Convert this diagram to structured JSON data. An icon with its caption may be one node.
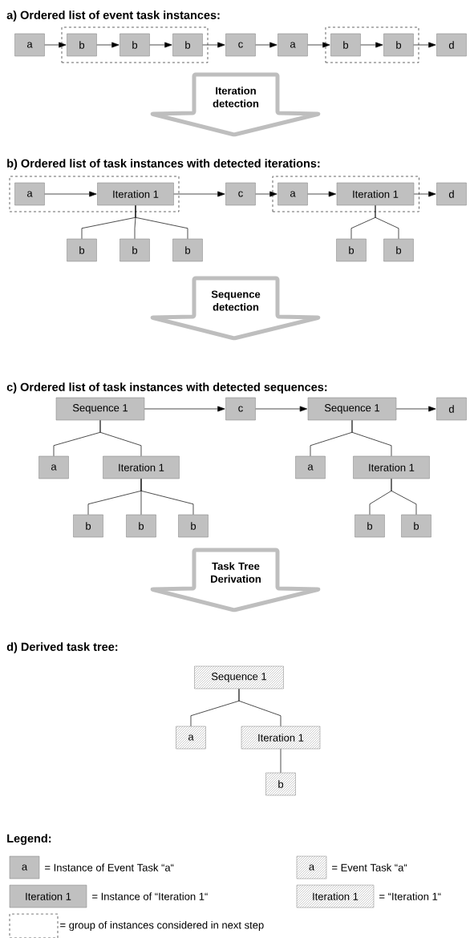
{
  "diagram": {
    "nodes": [
      {
        "text": [
          "a"
        ]
      },
      {
        "text": [],
        "shape": "box"
      },
      {
        "text": [
          "b"
        ],
        "in": 1
      },
      {
        "text": [
          "b"
        ],
        "in": 1
      },
      {
        "text": [
          "b"
        ],
        "in": 1
      },
      {
        "text": [
          "c"
        ]
      },
      {
        "text": [
          "a"
        ]
      },
      {
        "text": [],
        "shape": "box"
      },
      {
        "text": [
          "b"
        ],
        "in": 7
      },
      {
        "text": [
          "b"
        ],
        "in": 7
      },
      {
        "text": [
          "d"
        ]
      },
      {
        "text": [
          "Iteration detection"
        ]
      },
      {
        "text": [],
        "shape": "box"
      },
      {
        "text": [
          "a"
        ],
        "in": 12
      },
      {
        "text": [
          "Iteration 1"
        ],
        "in": 12
      },
      {
        "text": [
          "c"
        ]
      },
      {
        "text": [],
        "shape": "box"
      },
      {
        "text": [
          "a"
        ],
        "in": 16
      },
      {
        "text": [
          "Iteration 1"
        ],
        "in": 16
      },
      {
        "text": [
          "d"
        ]
      },
      {
        "text": [
          "b"
        ]
      },
      {
        "text": [
          "b"
        ]
      },
      {
        "text": [
          "b"
        ]
      },
      {
        "text": [
          "b"
        ]
      },
      {
        "text": [
          "b"
        ]
      },
      {
        "text": [
          "Sequence detection"
        ]
      },
      {
        "text": [
          "Sequence 1"
        ]
      },
      {
        "text": [
          "c"
        ]
      },
      {
        "text": [
          "Sequence 1"
        ]
      },
      {
        "text": [
          "d"
        ]
      },
      {
        "text": [
          "a"
        ]
      },
      {
        "text": [
          "Iteration 1"
        ]
      },
      {
        "text": [
          "a"
        ]
      },
      {
        "text": [
          "Iteration 1"
        ]
      },
      {
        "text": [
          "b"
        ]
      },
      {
        "text": [
          "b"
        ]
      },
      {
        "text": [
          "b"
        ]
      },
      {
        "text": [
          "b"
        ]
      },
      {
        "text": [
          "b"
        ]
      },
      {
        "text": [
          "Task Tree Derivation"
        ]
      },
      {
        "text": [
          "Sequence 1"
        ]
      },
      {
        "text": [
          "a"
        ]
      },
      {
        "text": [
          "Iteration 1"
        ]
      },
      {
        "text": [
          "b"
        ]
      },
      {
        "text": [
          "a"
        ],
        "beside": [
          "= Instance of Event Task “a“"
        ]
      },
      {
        "text": [
          "a"
        ],
        "beside": [
          "= Event Task “a“"
        ]
      },
      {
        "text": [
          "Iteration 1"
        ],
        "beside": [
          "= Instance of “Iteration 1“"
        ]
      },
      {
        "text": [
          "Iteration 1"
        ],
        "beside": [
          "= “Iteration 1“"
        ]
      },
      {
        "text": [],
        "shape": "box",
        "beside": [
          "= group of instances considered in next step"
        ]
      }
    ],
    "edges": [
      {
        "from": 0,
        "to": 2,
        "arrow": "to"
      },
      {
        "from": 2,
        "to": 3,
        "arrow": "to"
      },
      {
        "from": 3,
        "to": 4,
        "arrow": "to"
      },
      {
        "from": 4,
        "to": 5,
        "arrow": "to"
      },
      {
        "from": 5,
        "to": 6,
        "arrow": "to"
      },
      {
        "from": 6,
        "to": 8,
        "arrow": "to"
      },
      {
        "from": 8,
        "to": 9,
        "arrow": "to"
      },
      {
        "from": 9,
        "to": 10,
        "arrow": "to"
      },
      {
        "from": 13,
        "to": 14,
        "arrow": "to"
      },
      {
        "from": 14,
        "to": 15,
        "arrow": "to"
      },
      {
        "from": 15,
        "to": 17,
        "arrow": "to"
      },
      {
        "from": 17,
        "to": 18,
        "arrow": "to"
      },
      {
        "from": 18,
        "to": 19,
        "arrow": "to"
      },
      {
        "from": 14,
        "to": 20,
        "arrow": "none"
      },
      {
        "from": 14,
        "to": 21,
        "arrow": "none"
      },
      {
        "from": 14,
        "to": 22,
        "arrow": "none"
      },
      {
        "from": 18,
        "to": 23,
        "arrow": "none"
      },
      {
        "from": 18,
        "to": 24,
        "arrow": "none"
      },
      {
        "from": 26,
        "to": 27,
        "arrow": "to"
      },
      {
        "from": 27,
        "to": 28,
        "arrow": "to"
      },
      {
        "from": 28,
        "to": 29,
        "arrow": "to"
      },
      {
        "from": 26,
        "to": 30,
        "arrow": "none"
      },
      {
        "from": 26,
        "to": 31,
        "arrow": "none"
      },
      {
        "from": 28,
        "to": 32,
        "arrow": "none"
      },
      {
        "from": 28,
        "to": 33,
        "arrow": "none"
      },
      {
        "from": 31,
        "to": 34,
        "arrow": "none"
      },
      {
        "from": 31,
        "to": 35,
        "arrow": "none"
      },
      {
        "from": 31,
        "to": 36,
        "arrow": "none"
      },
      {
        "from": 33,
        "to": 37,
        "arrow": "none"
      },
      {
        "from": 33,
        "to": 38,
        "arrow": "none"
      },
      {
        "from": 40,
        "to": 41,
        "arrow": "none"
      },
      {
        "from": 40,
        "to": 42,
        "arrow": "none"
      },
      {
        "from": 42,
        "to": 43,
        "arrow": "none"
      }
    ],
    "labels": [
      "a) Ordered list of event task instances:",
      "b) Ordered list of task instances with detected iterations:",
      "c) Ordered list of task instances with detected sequences:",
      "d) Derived task tree:",
      "Legend:"
    ]
  }
}
